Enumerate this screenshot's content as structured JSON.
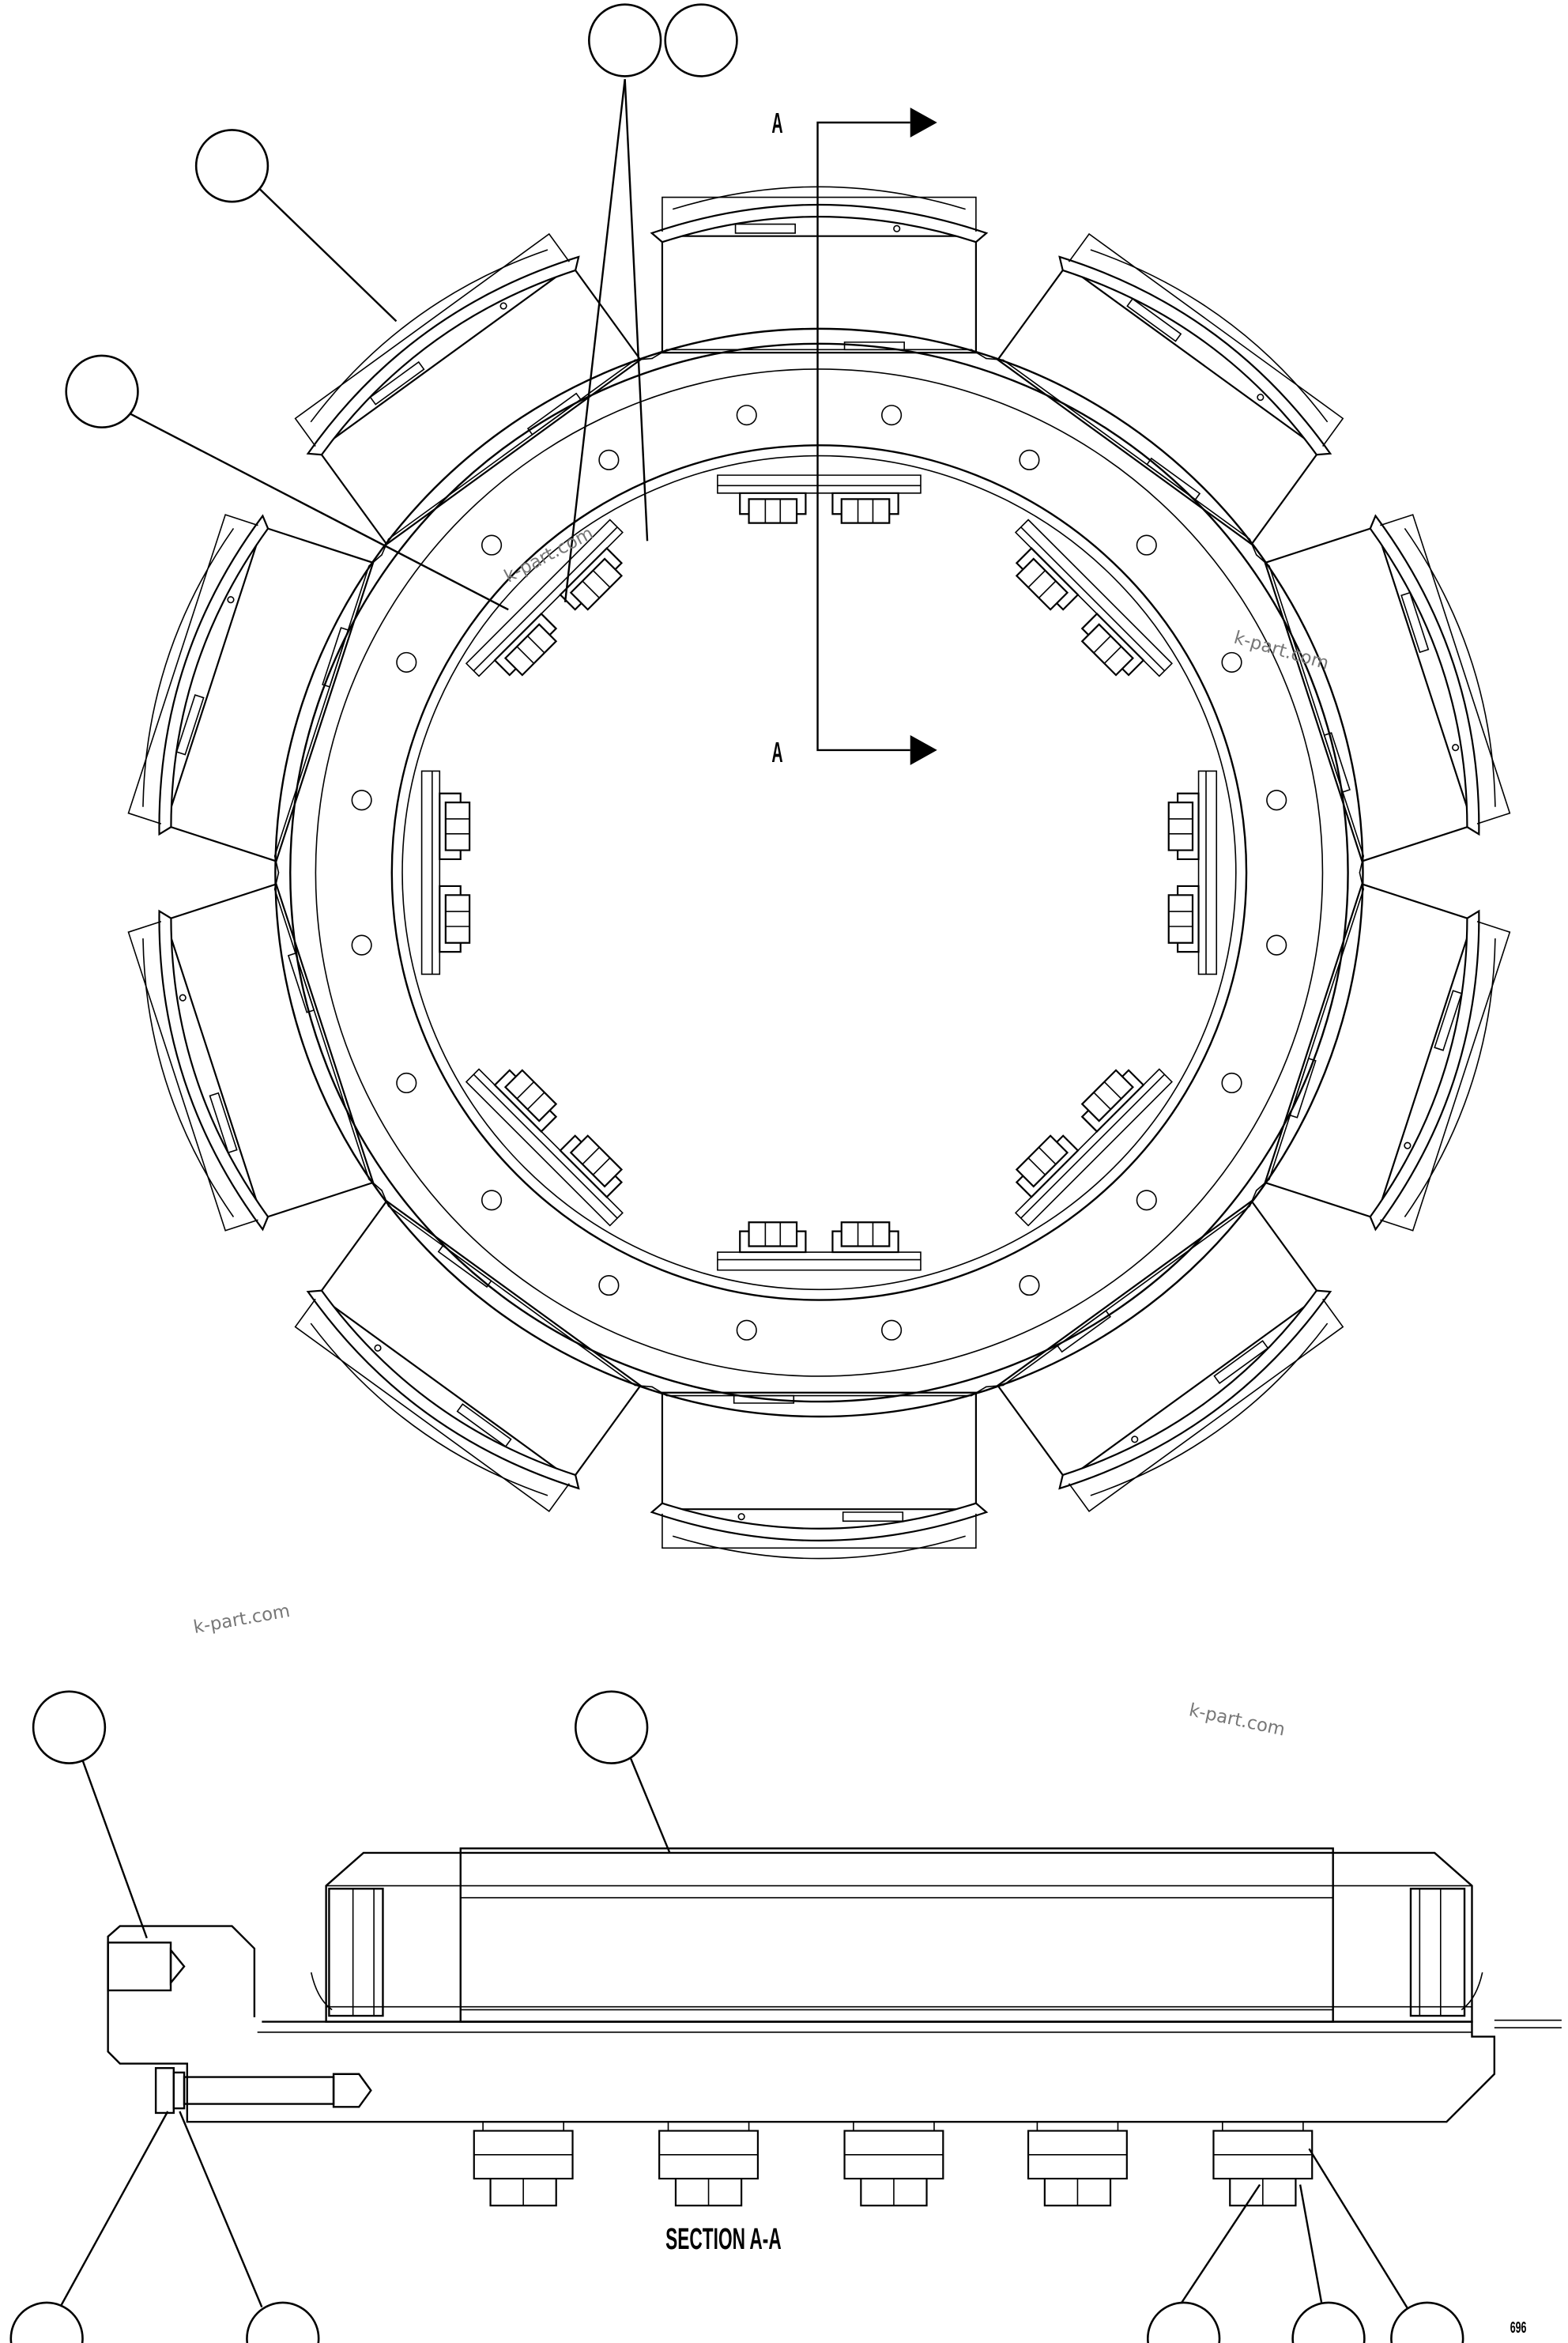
{
  "section_marker": {
    "top": "A",
    "bottom": "A"
  },
  "section_title": "SECTION A-A",
  "sheet_code": "696",
  "watermarks": [
    "k-part.com",
    "k-part.com",
    "k-part.com",
    "k-part.com"
  ],
  "callout_bubbles": {
    "plan_view": 4,
    "section_view": 7
  }
}
